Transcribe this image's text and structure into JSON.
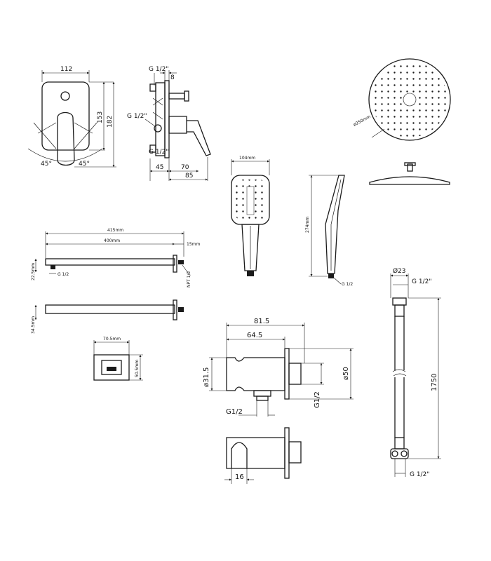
{
  "drawing": {
    "mixer_front": {
      "width": "112",
      "height_inner": "153",
      "height_outer": "182",
      "angle_left": "45°",
      "angle_right": "45°"
    },
    "mixer_side": {
      "thread_top": "G 1/2\"",
      "thread_mid": "G 1/2\"",
      "thread_bottom": "G 1/2\"",
      "dim_small": "8",
      "dim_a": "45",
      "dim_b": "70",
      "dim_total": "85"
    },
    "overhead_shower": {
      "diameter": "ø250mm"
    },
    "hand_shower": {
      "width": "104mm",
      "length": "274mm",
      "thread": "G 1/2"
    },
    "shower_arm": {
      "total": "415mm",
      "length": "400mm",
      "flange_depth": "15mm",
      "height": "22.5mm",
      "thread": "G 1/2",
      "thread_side": "NPT 1/2"
    },
    "shower_arm_plan": {
      "height": "34.5mm"
    },
    "flange": {
      "width": "70.5mm",
      "height": "50.5mm"
    },
    "wall_outlet": {
      "length_total": "81.5",
      "length_body": "64.5",
      "body_diameter": "ø31.5",
      "flange_diameter": "ø50",
      "thread_bottom": "G1/2",
      "thread_right": "G1/2",
      "depth": "16"
    },
    "hose": {
      "diameter": "Ø23",
      "thread_top": "G 1/2\"",
      "length": "1750",
      "thread_bottom": "G 1/2\""
    }
  }
}
